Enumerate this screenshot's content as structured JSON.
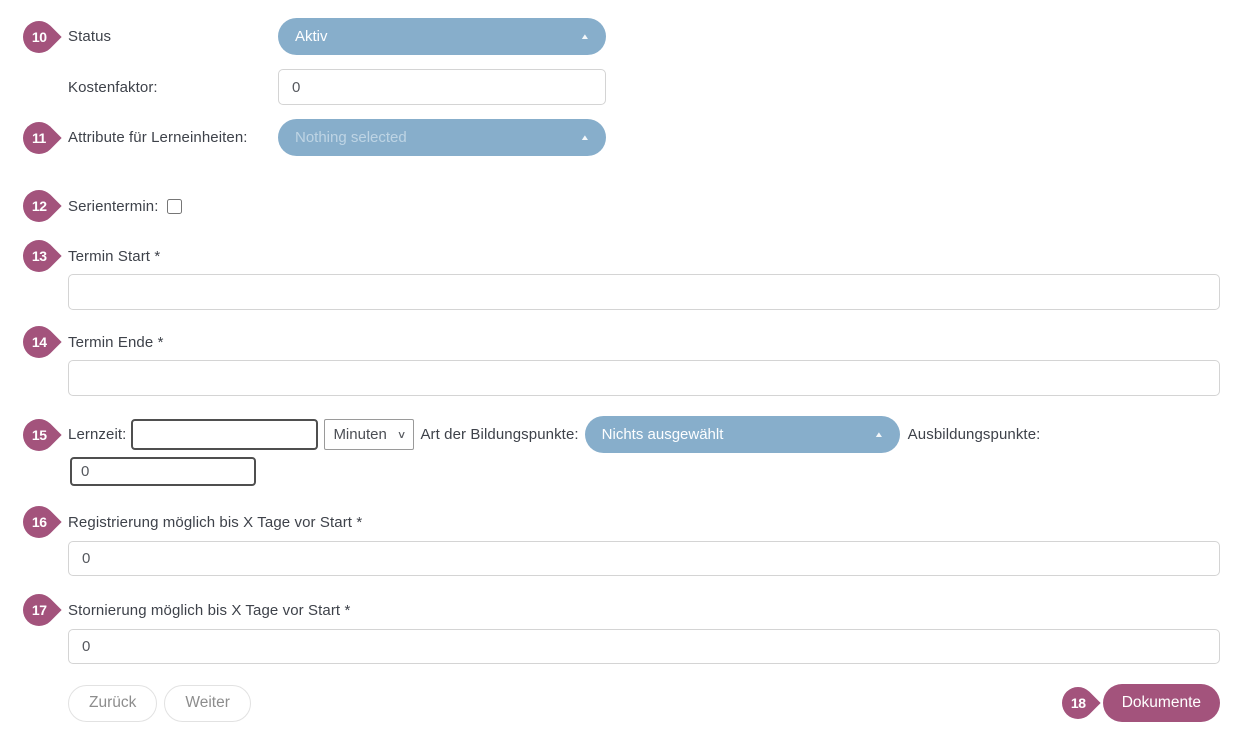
{
  "theme": {
    "badge_color": "#a3537c",
    "pill_bg": "#87aecb",
    "label_color": "#3e424a",
    "input_text": "#55585e"
  },
  "icons": {
    "caret_up": "▲",
    "chevron_down": "∨"
  },
  "form": {
    "status": {
      "badge": "10",
      "label": "Status",
      "selected": "Aktiv"
    },
    "kostenfaktor": {
      "label": "Kostenfaktor:",
      "value": "0"
    },
    "attribute": {
      "badge": "11",
      "label": "Attribute für Lerneinheiten:",
      "selected": "Nothing selected"
    },
    "serientermin": {
      "badge": "12",
      "label": "Serientermin:",
      "checked": false
    },
    "termin_start": {
      "badge": "13",
      "label": "Termin Start *",
      "value": ""
    },
    "termin_ende": {
      "badge": "14",
      "label": "Termin Ende *",
      "value": ""
    },
    "lernzeit": {
      "badge": "15",
      "label": "Lernzeit:",
      "value": "",
      "unit_selected": "Minuten",
      "bildungspunkte_label": "Art der Bildungspunkte:",
      "bildungspunkte_selected": "Nichts ausgewählt",
      "ausbildungspunkte_label": "Ausbildungspunkte:",
      "punkte_value": "0"
    },
    "registrierung": {
      "badge": "16",
      "label": "Registrierung möglich bis X Tage vor Start *",
      "value": "0"
    },
    "stornierung": {
      "badge": "17",
      "label": "Stornierung möglich bis X Tage vor Start *",
      "value": "0"
    }
  },
  "footer": {
    "zurueck": "Zurück",
    "weiter": "Weiter",
    "dokumente_badge": "18",
    "dokumente": "Dokumente"
  }
}
